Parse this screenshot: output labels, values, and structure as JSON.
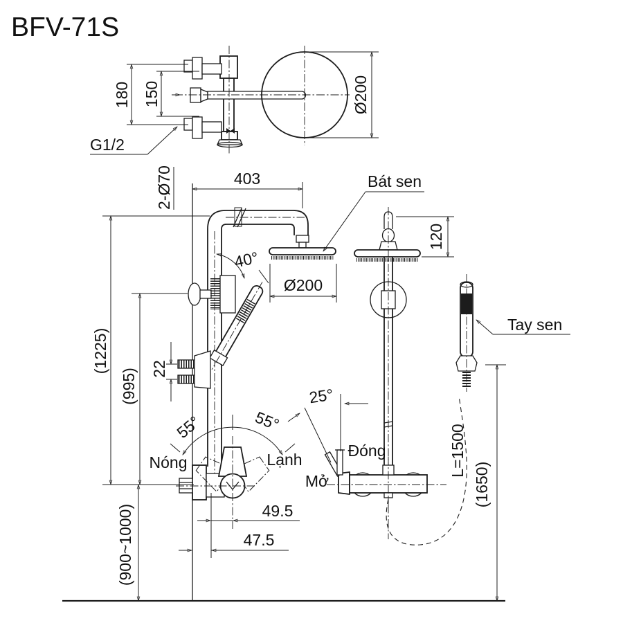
{
  "title": "BFV-71S",
  "colors": {
    "ink": "#1c1c1c",
    "paper": "#ffffff"
  },
  "detail_view": {
    "dim_inlet_span": "180",
    "dim_inlet_centers": "150",
    "dim_head_dia": "Ø200",
    "thread_label": "G1/2",
    "escutcheon_label": "2-Ø70"
  },
  "front_view": {
    "dim_arm_reach": "403",
    "head_label": "Bát sen",
    "dim_head_dia": "Ø200",
    "angle_holder": "40°",
    "dim_total_height": "(1225)",
    "dim_bracket_height": "(995)",
    "dim_spout_gap": "22",
    "angle_swing_left": "55°",
    "angle_swing_right": "55°",
    "hot_label": "Nóng",
    "cold_label": "Lạnh",
    "dim_handle_offset": "49.5",
    "dim_riser_offset": "47.5",
    "dim_install_height": "(900~1000)"
  },
  "side_view": {
    "dim_head_height": "120",
    "angle_lever": "25°",
    "closed_label": "Đóng",
    "open_label": "Mở",
    "hose_length": "L=1500",
    "dim_overall_height": "(1650)",
    "hand_shower_label": "Tay sen"
  }
}
